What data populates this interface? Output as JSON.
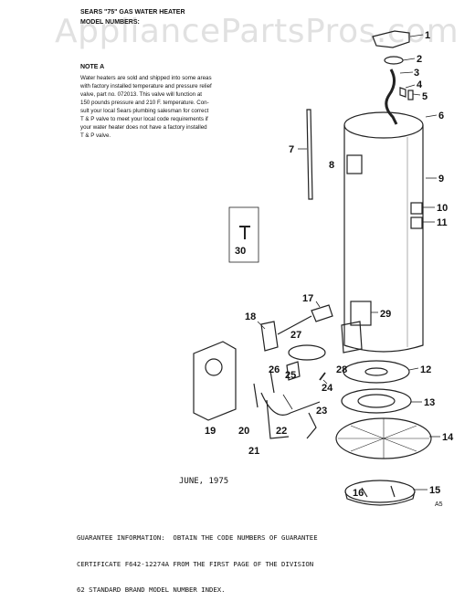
{
  "watermark": "AppliancePartsPros.com",
  "header": {
    "title": "SEARS \"75\" GAS WATER HEATER",
    "model_label": "MODEL NUMBERS:"
  },
  "note": {
    "title": "NOTE A",
    "lines": [
      "Water heaters are sold and shipped into some areas",
      "with factory installed temperature and pressure relief",
      "valve, part no. 072013. This valve will function at",
      "150 pounds pressure and 210 F. temperature. Con-",
      "sult your local Sears plumbing salesman for correct",
      "T & P valve to meet your local code requirements if",
      "your water heater does not have a factory installed",
      "T & P valve."
    ]
  },
  "parts": [
    "1",
    "2",
    "3",
    "4",
    "5",
    "6",
    "7",
    "8",
    "9",
    "10",
    "11",
    "12",
    "13",
    "14",
    "15",
    "16",
    "17",
    "18",
    "19",
    "20",
    "21",
    "22",
    "23",
    "24",
    "25",
    "26",
    "27",
    "28",
    "29",
    "30"
  ],
  "footer": {
    "date": "JUNE, 1975",
    "code": "A5",
    "guarantee_lines": [
      "GUARANTEE INFORMATION:  OBTAIN THE CODE NUMBERS OF GUARANTEE",
      "CERTIFICATE F642-12274A FROM THE FIRST PAGE OF THE DIVISION",
      "62 STANDARD BRAND MODEL NUMBER INDEX."
    ]
  }
}
